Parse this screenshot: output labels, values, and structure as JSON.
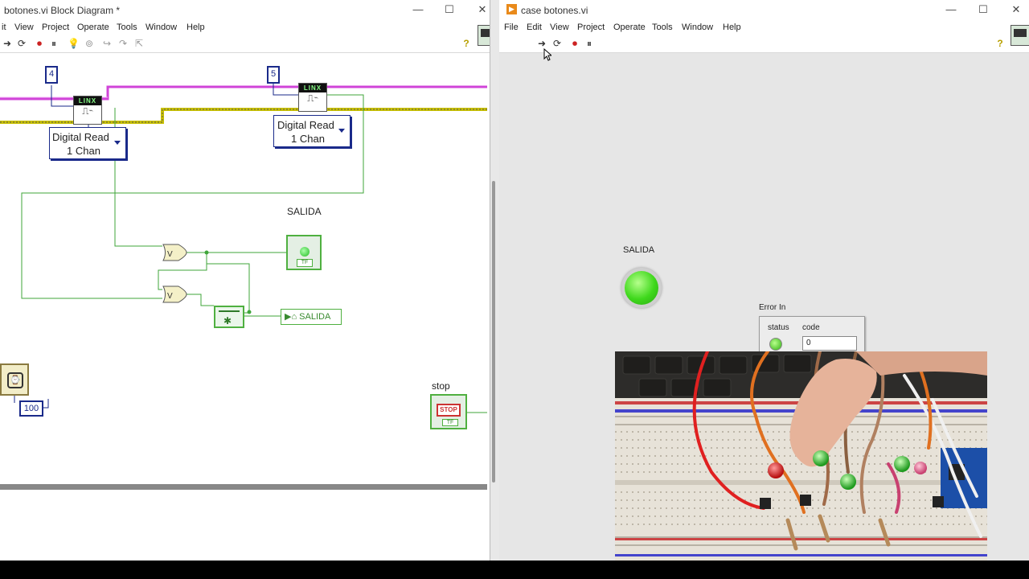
{
  "block_diagram": {
    "title": "botones.vi Block Diagram *",
    "menu": [
      "it",
      "View",
      "Project",
      "Operate",
      "Tools",
      "Window",
      "Help"
    ],
    "const_4": "4",
    "const_5": "5",
    "read1_line1": "Digital Read",
    "read1_line2": "1 Chan",
    "read2_line1": "Digital Read",
    "read2_line2": "1 Chan",
    "linx_label": "LINX",
    "salida_label": "SALIDA",
    "salida_tf": "TF",
    "local_var": "SALIDA",
    "stop_label": "stop",
    "stop_button": "STOP",
    "stop_tf": "TF",
    "wait_const": "100"
  },
  "front_panel": {
    "title": "case botones.vi",
    "menu": [
      "File",
      "Edit",
      "View",
      "Project",
      "Operate",
      "Tools",
      "Window",
      "Help"
    ],
    "salida_label": "SALIDA",
    "error_in_label": "Error In",
    "status_label": "status",
    "code_label": "code",
    "code_value": "0"
  },
  "colors": {
    "pink_wire": "#d044d8",
    "bool_wire": "#3fa63a",
    "error_wire": "#c8c000",
    "led_on": "#3fd81c"
  }
}
